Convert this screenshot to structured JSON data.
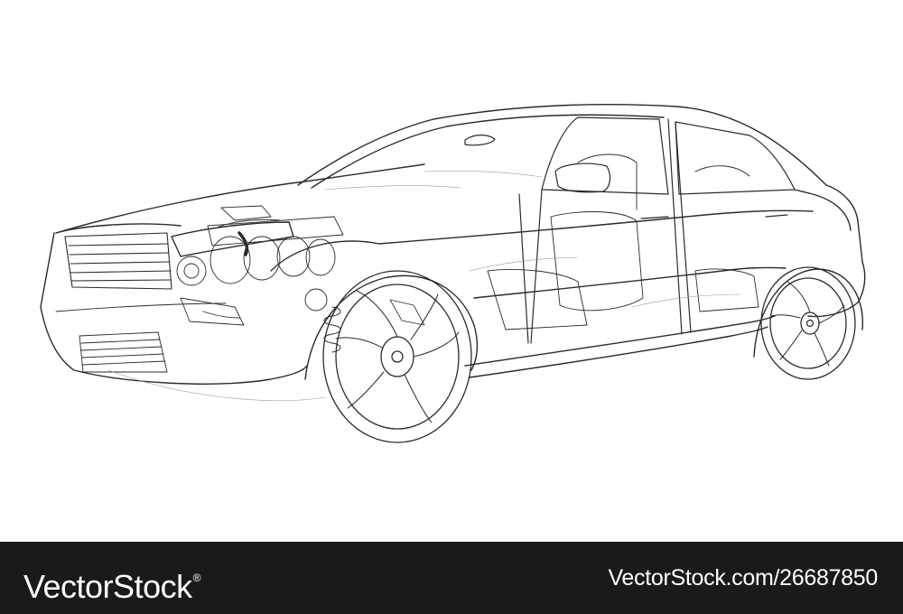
{
  "illustration": {
    "subject": "car-wireframe",
    "line_color": "#2b2b2b",
    "background": "#ffffff"
  },
  "footer": {
    "background": "#1a1a1a",
    "text_color": "#ffffff",
    "brand": "VectorStock",
    "brand_mark": "®",
    "stock_id": "VectorStock.com/26687850"
  }
}
